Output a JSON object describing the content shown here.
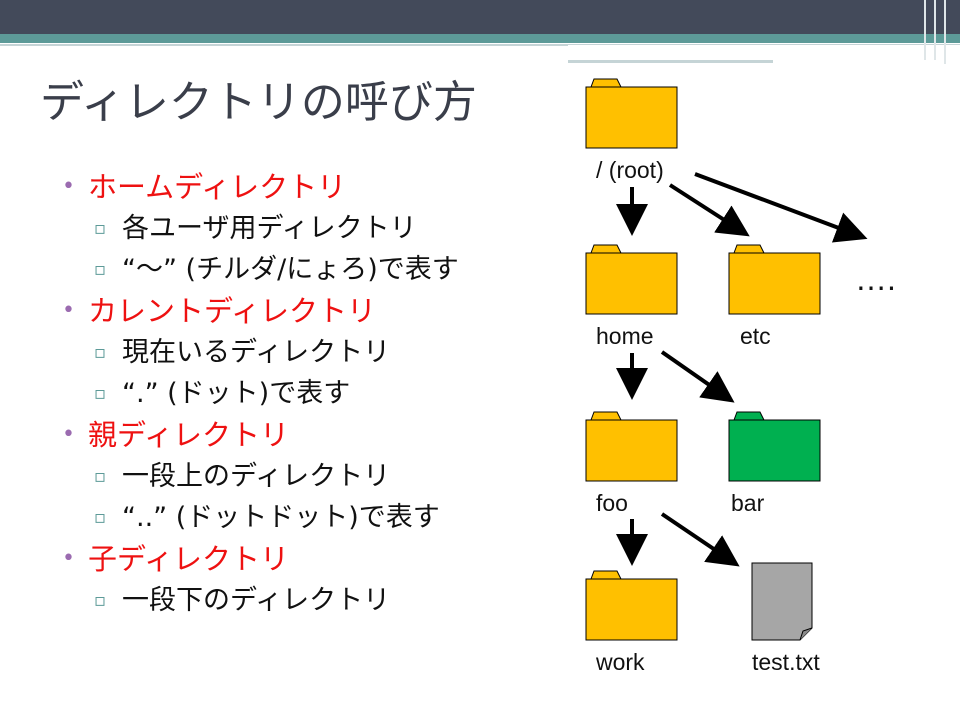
{
  "slide": {
    "title": "ディレクトリの呼び方",
    "colors": {
      "header": "#434a5a",
      "accent_teal": "#5d9a98",
      "heading_red": "#ee1111",
      "folder_yellow": "#ffc000",
      "folder_green": "#00b050",
      "file_gray": "#a6a6a6"
    },
    "bullets": [
      {
        "text": "ホームディレクトリ",
        "subs": [
          "各ユーザ用ディレクトリ",
          "“～” (チルダ/にょろ)で表す"
        ]
      },
      {
        "text": "カレントディレクトリ",
        "subs": [
          "現在いるディレクトリ",
          " “.” (ドット)で表す"
        ]
      },
      {
        "text": "親ディレクトリ",
        "subs": [
          "一段上のディレクトリ",
          "“..” (ドットドット)で表す"
        ]
      },
      {
        "text": "子ディレクトリ",
        "subs": [
          "一段下のディレクトリ"
        ]
      }
    ]
  },
  "tree": {
    "root_label": "/ (root)",
    "home_label": "home",
    "etc_label": "etc",
    "more_label": "….",
    "foo_label": "foo",
    "bar_label": "bar",
    "work_label": "work",
    "file_label": "test.txt"
  }
}
